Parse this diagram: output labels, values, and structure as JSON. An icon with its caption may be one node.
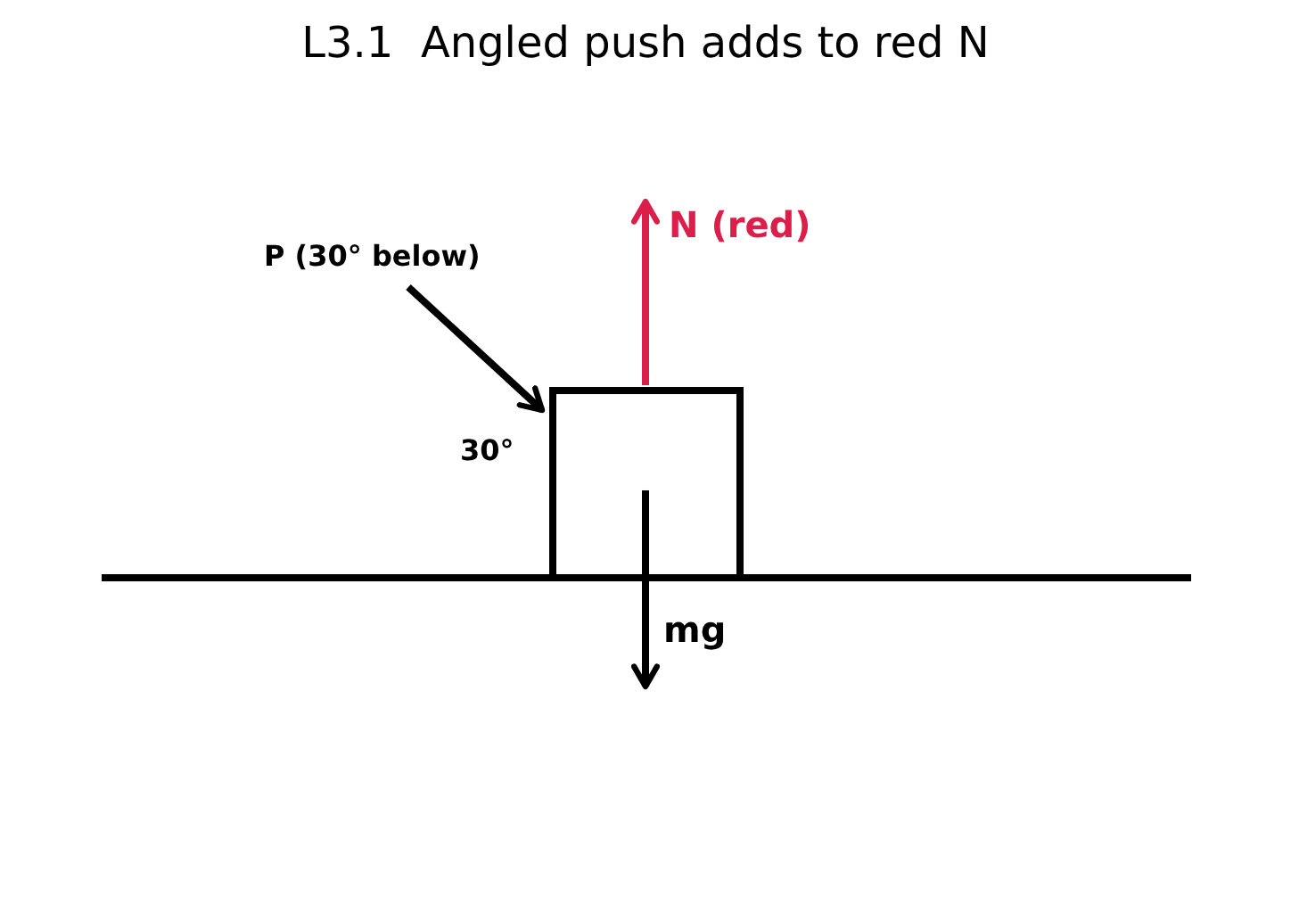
{
  "diagram": {
    "title": "L3.1  Angled push adds to red N",
    "nodes": [
      {
        "text": [],
        "shape": "box"
      }
    ],
    "labels": [
      "P (30° below)",
      "N (red)",
      "30°",
      "mg"
    ]
  }
}
